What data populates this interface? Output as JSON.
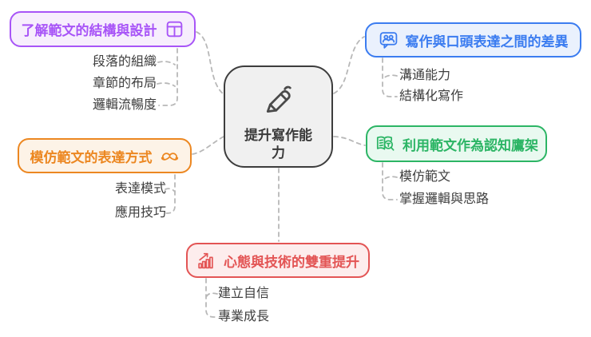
{
  "diagram": {
    "type": "mindmap",
    "connector_color": "#b8b8b8",
    "background": "#ffffff"
  },
  "center": {
    "label": "提升寫作能力",
    "icon": "marker-pen-icon",
    "border_color": "#3d3d3d",
    "fill_color": "#f0f0f0"
  },
  "branches": [
    {
      "id": "structure-design",
      "label": "了解範文的結構與設計",
      "icon": "layout-columns-icon",
      "color": "#a855f7",
      "fill": "#f7eefd",
      "children": [
        "段落的組織",
        "章節的布局",
        "邏輯流暢度"
      ]
    },
    {
      "id": "imitate-expression",
      "label": "模仿範文的表達方式",
      "icon": "mustache-icon",
      "color": "#ec8721",
      "fill": "#fdf3e7",
      "children": [
        "表達模式",
        "應用技巧"
      ]
    },
    {
      "id": "writing-vs-oral",
      "label": "寫作與口頭表達之間的差異",
      "icon": "group-chat-icon",
      "color": "#3b7cf0",
      "fill": "#eaf1fd",
      "children": [
        "溝通能力",
        "結構化寫作"
      ]
    },
    {
      "id": "cognitive-scaffold",
      "label": "利用範文作為認知鷹架",
      "icon": "book-search-icon",
      "color": "#2cb565",
      "fill": "#e9f9f0",
      "children": [
        "模仿範文",
        "掌握邏輯與思路"
      ]
    },
    {
      "id": "mindset-skill",
      "label": "心態與技術的雙重提升",
      "icon": "growth-chart-icon",
      "color": "#e35555",
      "fill": "#fdeded",
      "children": [
        "建立自信",
        "專業成長"
      ]
    }
  ]
}
